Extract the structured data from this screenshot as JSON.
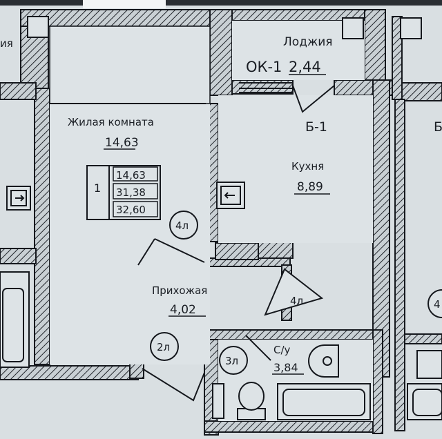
{
  "plan": {
    "colors": {
      "paper": "#d9dfe2",
      "ink": "#15181d",
      "wall": "#c7ced2"
    },
    "rooms": {
      "loggia": {
        "name": "Лоджия",
        "window": "ОК-1",
        "area": "2,44"
      },
      "living": {
        "name": "Жилая комната",
        "area": "14,63"
      },
      "kitchen": {
        "name": "Кухня",
        "area": "8,89",
        "code": "Б-1",
        "code_right": "Б"
      },
      "hallway": {
        "name": "Прихожая",
        "area": "4,02"
      },
      "bathroom": {
        "name": "С/у",
        "area": "3,84"
      }
    },
    "stamp": {
      "apartment_no": "1",
      "living_area": "14,63",
      "total_area": "31,38",
      "total_area_coef": "32,60"
    },
    "door_tags": [
      "4л",
      "4л",
      "2л",
      "3л",
      "4"
    ],
    "left_labels": [
      "ия"
    ],
    "icons": [
      "vent-duct-icon",
      "vent-duct-icon",
      "toilet-icon",
      "sink-icon",
      "bathtub-icon",
      "door-swing-icon"
    ]
  }
}
